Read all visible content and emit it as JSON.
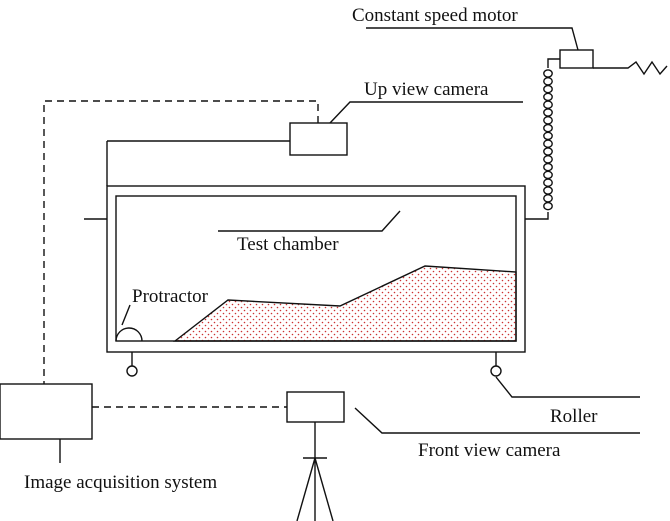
{
  "labels": {
    "motor": "Constant speed motor",
    "up_camera": "Up view camera",
    "chamber": "Test chamber",
    "protractor": "Protractor",
    "roller": "Roller",
    "front_camera": "Front view camera",
    "acquisition": "Image acquisition system"
  },
  "colors": {
    "line": "#111111",
    "sand_dots": "#cc3333",
    "background": "#ffffff"
  }
}
